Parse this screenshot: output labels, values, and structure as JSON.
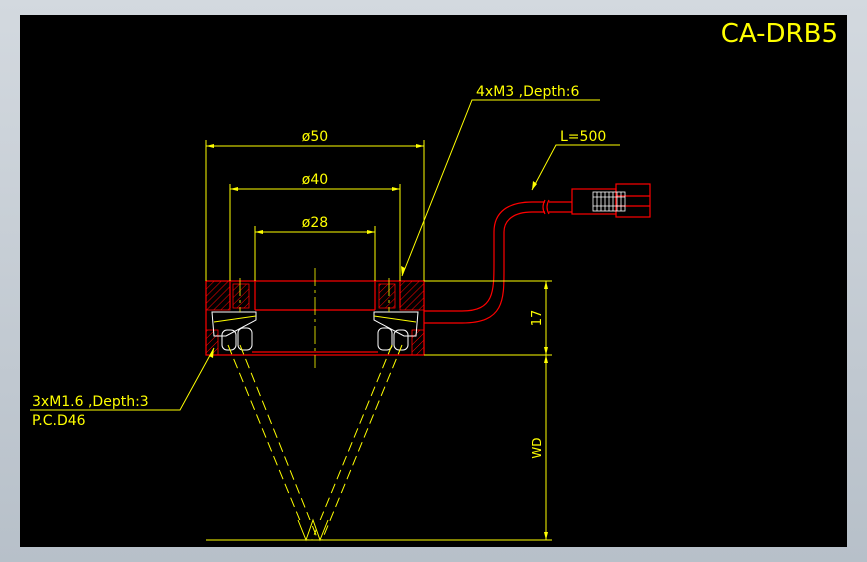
{
  "drawing": {
    "title": "CA-DRB5",
    "dims": {
      "d50": "ø50",
      "d40": "ø40",
      "d28": "ø28",
      "height": "17",
      "wd": "WD",
      "cable": "L=500"
    },
    "notes": {
      "top_thread": "4xM3 ,Depth:6",
      "bottom_thread": "3xM1.6 ,Depth:3",
      "pcd": "P.C.D46"
    }
  },
  "colors": {
    "background": "#000000",
    "dimension": "#ffff00",
    "outline": "#ff0000",
    "hatch": "#ff0000",
    "center": "#ffff00"
  }
}
